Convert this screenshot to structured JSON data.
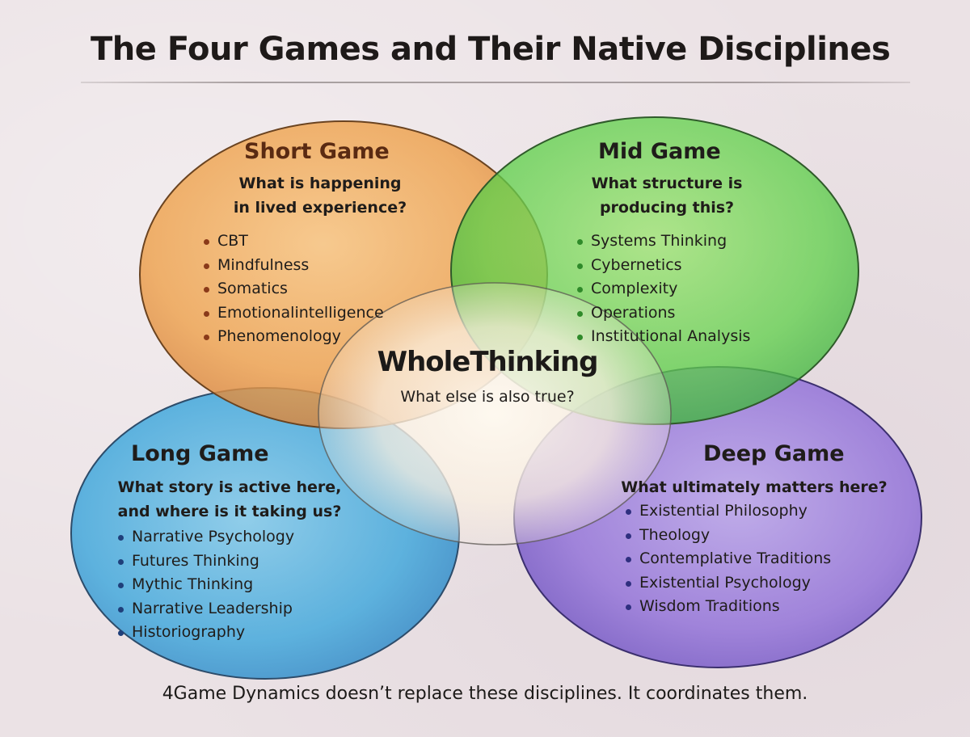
{
  "title": "The Four Games and Their Native Disciplines",
  "colors": {
    "short": "#f2a64a",
    "mid": "#5fd24a",
    "long": "#3aa6dc",
    "deep": "#8a6ad8",
    "center": "#fbf4e6"
  },
  "games": {
    "short": {
      "name": "Short Game",
      "question_line1": "What is happening",
      "question_line2": "in lived experience?",
      "items": [
        "CBT",
        "Mindfulness",
        "Somatics",
        "Emotionalintelligence",
        "Phenomenology"
      ]
    },
    "mid": {
      "name": "Mid Game",
      "question_line1": "What structure is",
      "question_line2": "producing this?",
      "items": [
        "Systems Thinking",
        "Cybernetics",
        "Complexity",
        "Operations",
        "Institutional Analysis"
      ]
    },
    "long": {
      "name": "Long Game",
      "question_line1": "What story is active here,",
      "question_line2": "and where is it taking us?",
      "items": [
        "Narrative Psychology",
        "Futures Thinking",
        "Mythic Thinking",
        "Narrative Leadership",
        "Historiography"
      ]
    },
    "deep": {
      "name": "Deep Game",
      "question_line1": "What ultimately matters here?",
      "items": [
        "Existential Philosophy",
        "Theology",
        "Contemplative Traditions",
        "Existential Psychology",
        "Wisdom Traditions"
      ]
    }
  },
  "center": {
    "name": "WholeThinking",
    "question": "What else is also true?"
  },
  "footer": "4Game Dynamics doesn’t replace these disciplines. It coordinates them."
}
